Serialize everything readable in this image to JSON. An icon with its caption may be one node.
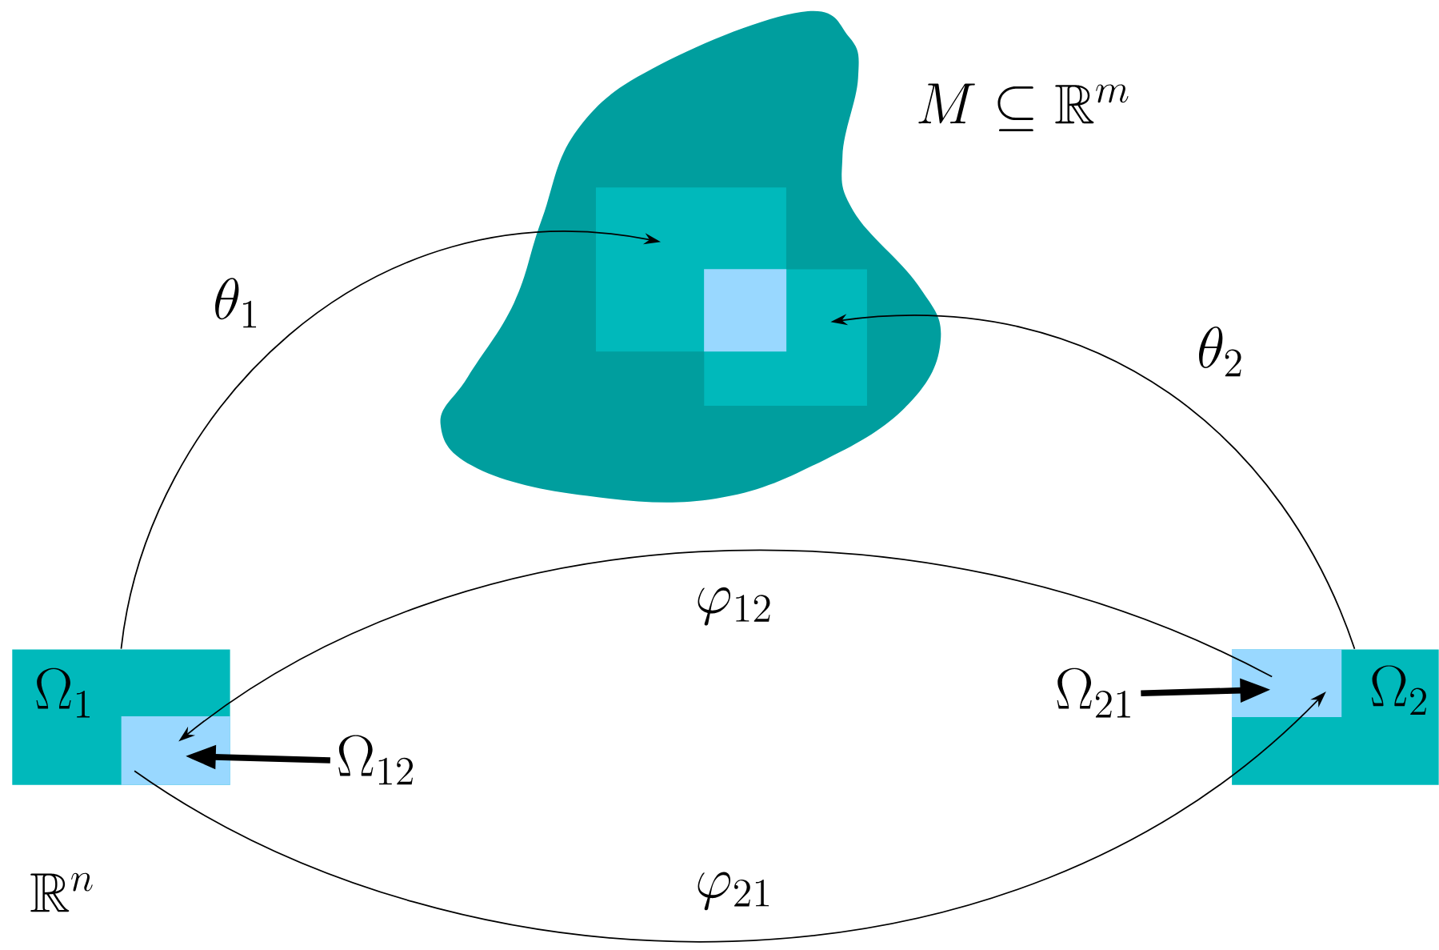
{
  "diagram": {
    "nodes": [
      {
        "text": [],
        "shape": "cloud",
        "beside": [
          "M \\subseteq \\mathbb{R}^m"
        ]
      },
      {
        "text": [],
        "shape": "box",
        "in": 0
      },
      {
        "text": [],
        "shape": "box",
        "in": 0
      },
      {
        "text": [
          "\\Omega_1"
        ]
      },
      {
        "text": [],
        "shape": "box",
        "in": 3
      },
      {
        "text": [
          "\\Omega_2"
        ]
      },
      {
        "text": [],
        "shape": "box",
        "in": 5
      },
      {
        "text": [
          "\\Omega_{12}"
        ]
      },
      {
        "text": [
          "\\Omega_{21}"
        ]
      },
      {
        "text": [],
        "shape": "box"
      }
    ],
    "edges": [
      {
        "from": 3,
        "to": 1,
        "arrow": "to",
        "label": "\\theta_1"
      },
      {
        "from": 5,
        "to": 2,
        "arrow": "to",
        "label": "\\theta_2"
      },
      {
        "from": 6,
        "to": 4,
        "arrow": "to",
        "label": "\\varphi_{12}"
      },
      {
        "from": 4,
        "to": 6,
        "arrow": "to",
        "label": "\\varphi_{21}"
      },
      {
        "from": 7,
        "to": 4,
        "arrow": "to",
        "style": "thick"
      },
      {
        "from": 8,
        "to": 6,
        "arrow": "to",
        "style": "thick"
      }
    ],
    "labels": [
      "\\mathbb{R}^n"
    ]
  }
}
